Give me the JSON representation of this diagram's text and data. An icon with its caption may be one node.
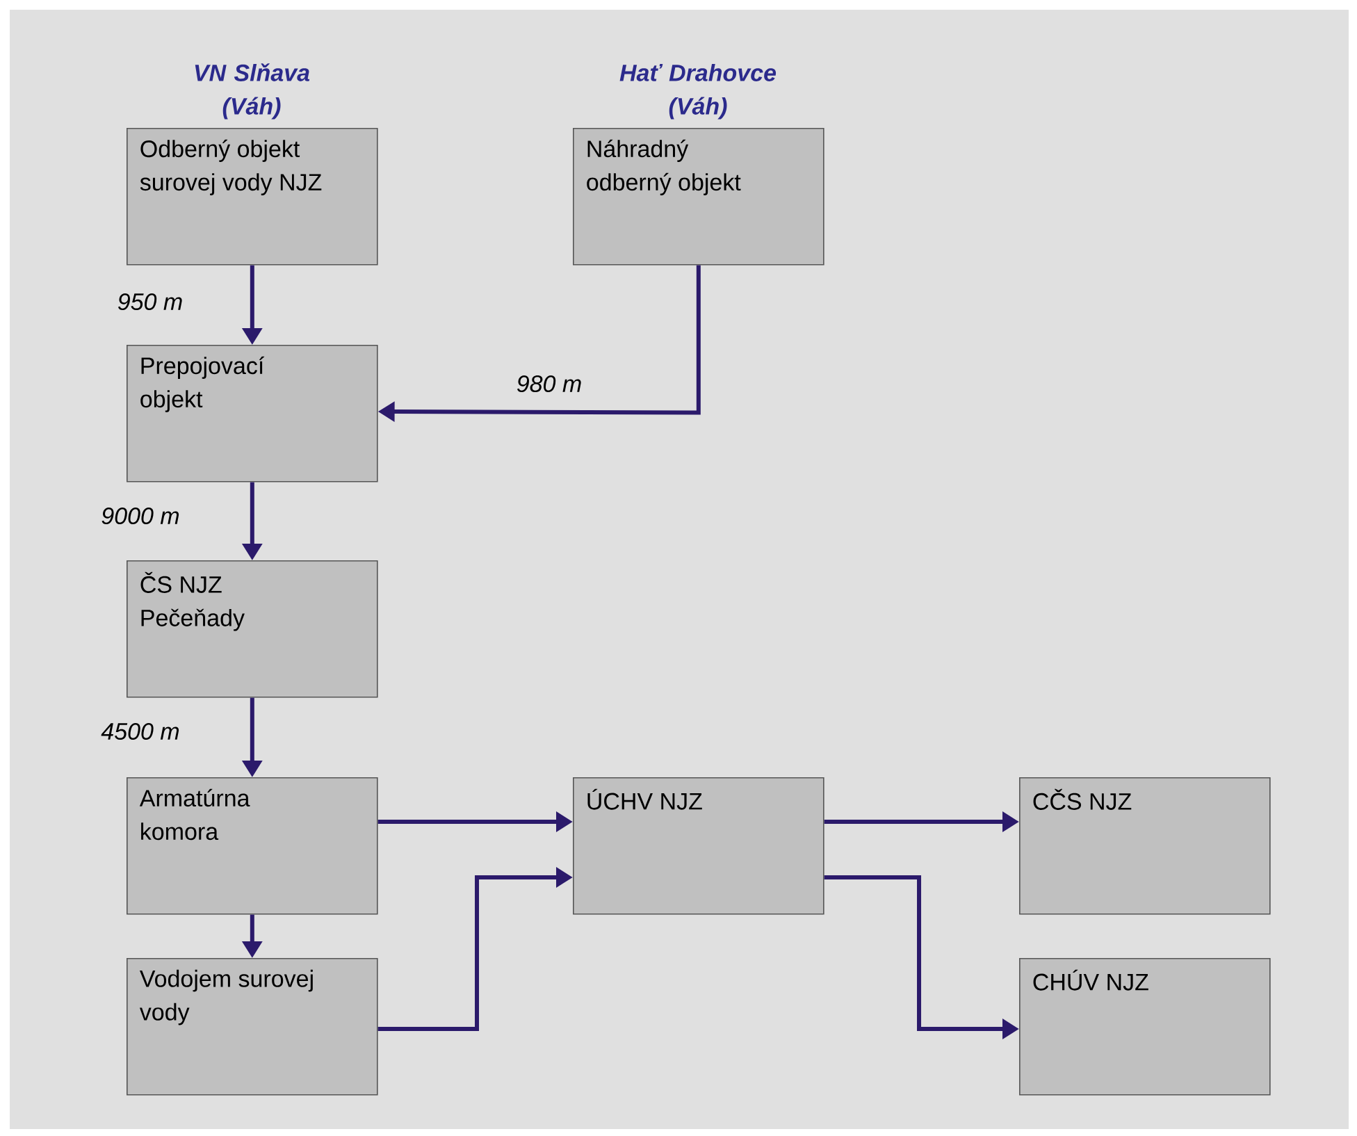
{
  "diagram": {
    "nodes": [
      {
        "text": [
          "VN Slňava (Váh)",
          "Odberný objekt surovej vody NJZ"
        ]
      },
      {
        "text": [
          "Hať Drahovce (Váh)",
          "Náhradný odberný objekt"
        ]
      },
      {
        "text": [
          "Prepojovací objekt"
        ]
      },
      {
        "text": [
          "ČS NJZ Pečeňady"
        ]
      },
      {
        "text": [
          "Armatúrna komora"
        ]
      },
      {
        "text": [
          "Vodojem surovej vody"
        ]
      },
      {
        "text": [
          "ÚCHV NJZ"
        ]
      },
      {
        "text": [
          "CČS NJZ"
        ]
      },
      {
        "text": [
          "CHÚV NJZ"
        ]
      }
    ],
    "edges": [
      {
        "from": 0,
        "to": 2,
        "arrow": "to",
        "label": "950 m"
      },
      {
        "from": 1,
        "to": 2,
        "arrow": "to",
        "label": "980 m"
      },
      {
        "from": 2,
        "to": 3,
        "arrow": "to",
        "label": "9000 m"
      },
      {
        "from": 3,
        "to": 4,
        "arrow": "to",
        "label": "4500 m"
      },
      {
        "from": 4,
        "to": 6,
        "arrow": "to"
      },
      {
        "from": 4,
        "to": 5,
        "arrow": "to"
      },
      {
        "from": 5,
        "to": 6,
        "arrow": "to"
      },
      {
        "from": 6,
        "to": 7,
        "arrow": "to"
      },
      {
        "from": 6,
        "to": 8,
        "arrow": "to"
      }
    ]
  }
}
